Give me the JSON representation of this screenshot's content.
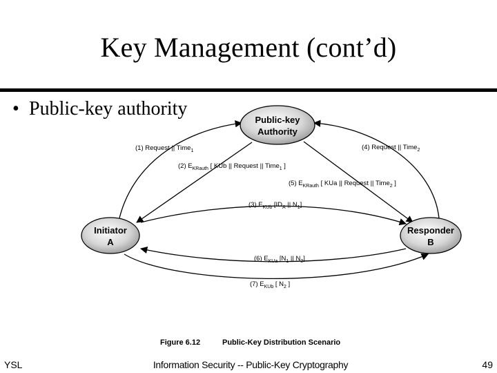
{
  "slide": {
    "title": "Key Management (cont’d)",
    "bullet_marker": "•",
    "bullet": "Public-key authority"
  },
  "diagram": {
    "nodes": {
      "authority": {
        "line1": "Public-key",
        "line2": "Authority"
      },
      "initiator": {
        "line1": "Initiator",
        "line2": "A"
      },
      "responder": {
        "line1": "Responder",
        "line2": "B"
      }
    },
    "messages": {
      "m1": {
        "text": "(1) Request || Time",
        "sub": "1",
        "tail": ""
      },
      "m2": {
        "text": "(2) E",
        "sub": "KRauth",
        "tail": " [ KUb || Request || Time",
        "sub2": "1",
        "tail2": " ]"
      },
      "m3": {
        "text": "(3) E",
        "sub": "KUb",
        "tail": " [ID",
        "sub2": "A",
        "tail2": " || N",
        "sub3": "1",
        "tail3": "]"
      },
      "m4": {
        "text": "(4) Request || Time",
        "sub": "2",
        "tail": ""
      },
      "m5": {
        "text": "(5) E",
        "sub": "KRauth",
        "tail": " [ KUa || Request || Time",
        "sub2": "2",
        "tail2": " ]"
      },
      "m6": {
        "text": "(6) E",
        "sub": "KUa",
        "tail": " [N",
        "sub2": "1",
        "tail2": " || N",
        "sub3": "2",
        "tail3": "]"
      },
      "m7": {
        "text": "(7) E",
        "sub": "KUb",
        "tail": " [ N",
        "sub2": "2",
        "tail2": " ]"
      }
    },
    "caption": {
      "figure": "Figure 6.12",
      "text": "Public-Key Distribution Scenario"
    }
  },
  "footer": {
    "left": "YSL",
    "center": "Information Security -- Public-Key Cryptography",
    "page": "49"
  }
}
